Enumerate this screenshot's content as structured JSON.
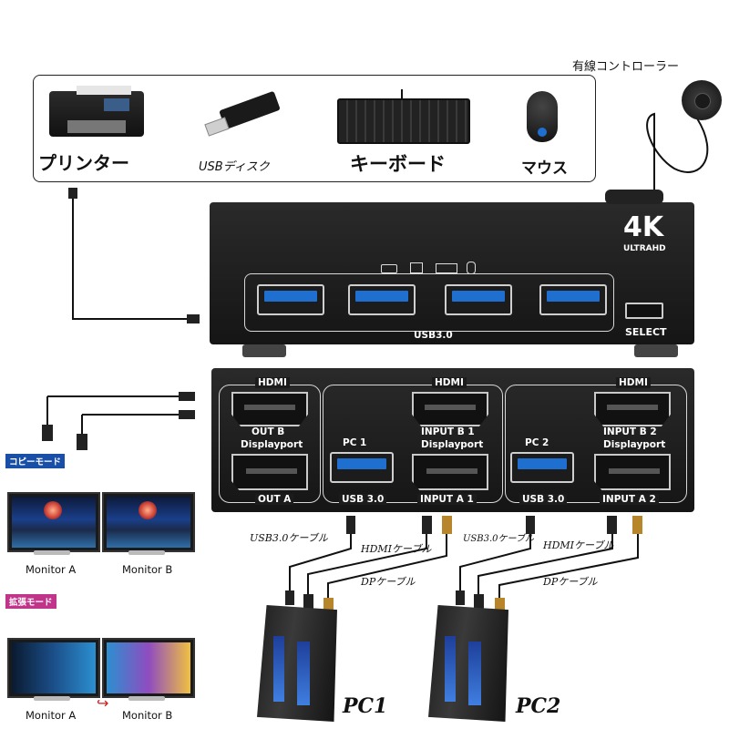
{
  "controller": {
    "label": "有線コントローラー"
  },
  "peripherals": {
    "printer": "プリンター",
    "usb_disk": "USBディスク",
    "keyboard": "キーボード",
    "mouse": "マウス"
  },
  "top_unit": {
    "badge_main": "4K",
    "badge_sub": "ULTRAHD",
    "usb_group_label": "USB3.0",
    "select_label": "SELECT",
    "icons": [
      "usb-drive-icon",
      "printer-icon",
      "keyboard-icon",
      "mouse-icon"
    ]
  },
  "rear_unit": {
    "section_out": {
      "hdmi": "HDMI",
      "hdmi_port": "OUT B",
      "dp": "Displayport",
      "dp_port": "OUT A"
    },
    "section_pc1": {
      "pc": "PC 1",
      "usb": "USB 3.0",
      "hdmi": "HDMI",
      "hdmi_port": "INPUT B 1",
      "dp": "Displayport",
      "dp_port": "INPUT A 1"
    },
    "section_pc2": {
      "pc": "PC 2",
      "usb": "USB 3.0",
      "hdmi": "HDMI",
      "hdmi_port": "INPUT B 2",
      "dp": "Displayport",
      "dp_port": "INPUT A 2"
    }
  },
  "modes": {
    "copy": {
      "label": "コピーモード",
      "monitor_a": "Monitor A",
      "monitor_b": "Monitor B"
    },
    "extend": {
      "label": "拡張モード",
      "monitor_a": "Monitor A",
      "monitor_b": "Monitor B"
    }
  },
  "cables": {
    "pc1": {
      "usb": "USB3.0ケーブル",
      "hdmi": "HDMIケーブル",
      "dp": "DPケーブル"
    },
    "pc2": {
      "usb": "USB3.0ケーブル",
      "hdmi": "HDMIケーブル",
      "dp": "DPケーブル"
    }
  },
  "pcs": {
    "pc1": "PC1",
    "pc2": "PC2"
  },
  "colors": {
    "usb_blue": "#1f6fd0",
    "copy_tag": "#1a4fa8",
    "extend_tag": "#c0358a",
    "unit_body": "#1c1c1c"
  }
}
